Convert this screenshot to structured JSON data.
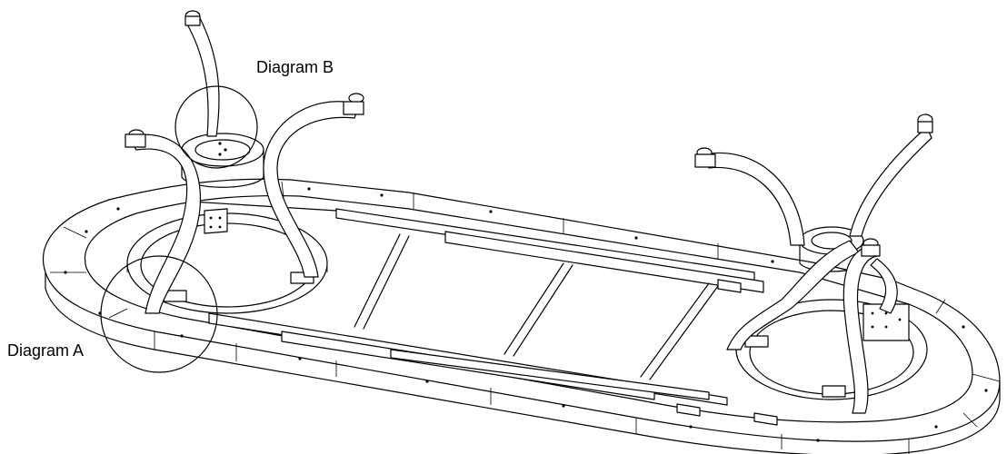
{
  "figure": {
    "callouts": [
      {
        "id": "A",
        "label": "Diagram A"
      },
      {
        "id": "B",
        "label": "Diagram B"
      }
    ],
    "colors": {
      "line": "#000000",
      "background": "#ffffff"
    }
  }
}
